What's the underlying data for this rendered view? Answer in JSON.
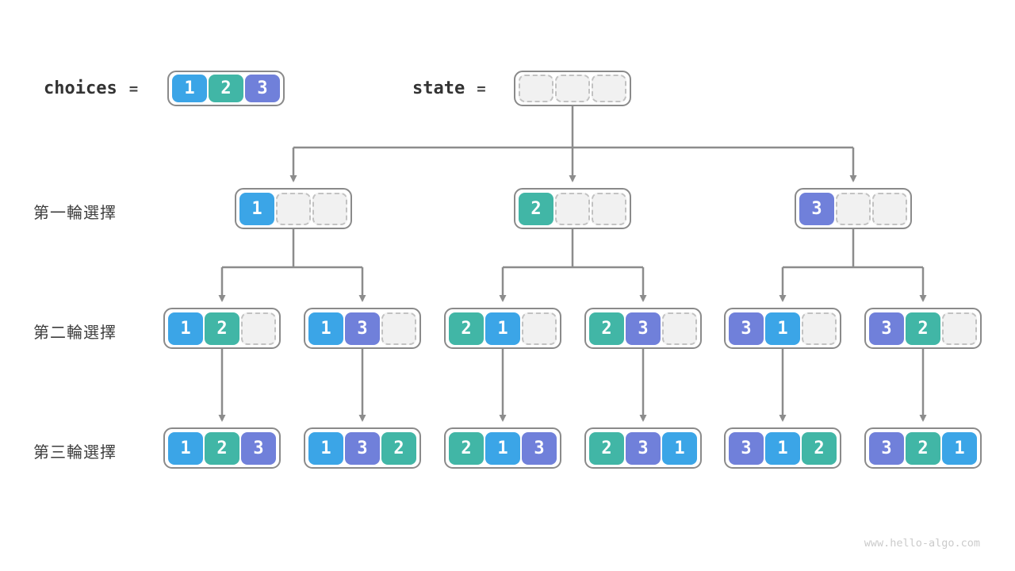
{
  "page": {
    "watermark": "www.hello-algo.com"
  },
  "legend": {
    "choices_label": "choices",
    "equals": "=",
    "state_label": "state",
    "choices_cells": [
      1,
      2,
      3
    ],
    "state_cells": [
      null,
      null,
      null
    ]
  },
  "row_labels": [
    "第一輪選擇",
    "第二輪選擇",
    "第三輪選擇"
  ],
  "colors": {
    "1": "#3ba5e7",
    "2": "#41b6a6",
    "3": "#7080da",
    "empty_fill": "#f1f1f1",
    "empty_border": "#c2c2c2",
    "node_border": "#8a8a8a",
    "arrow": "#8c8c8c"
  },
  "tree": {
    "level1": [
      [
        1,
        null,
        null
      ],
      [
        2,
        null,
        null
      ],
      [
        3,
        null,
        null
      ]
    ],
    "level2": [
      [
        1,
        2,
        null
      ],
      [
        1,
        3,
        null
      ],
      [
        2,
        1,
        null
      ],
      [
        2,
        3,
        null
      ],
      [
        3,
        1,
        null
      ],
      [
        3,
        2,
        null
      ]
    ],
    "level3": [
      [
        1,
        2,
        3
      ],
      [
        1,
        3,
        2
      ],
      [
        2,
        1,
        3
      ],
      [
        2,
        3,
        1
      ],
      [
        3,
        1,
        2
      ],
      [
        3,
        2,
        1
      ]
    ]
  }
}
